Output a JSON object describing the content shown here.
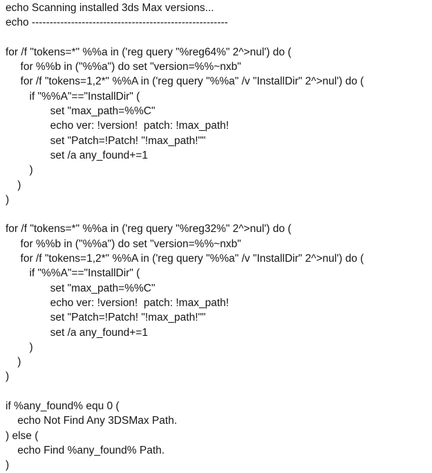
{
  "document": {
    "type": "batch-script-listing",
    "background_color": "#ffffff",
    "text_color": "#161616",
    "lines": [
      "echo Scanning installed 3ds Max versions...",
      "echo -------------------------------------------------------",
      "",
      "for /f \"tokens=*\" %%a in ('reg query \"%reg64%\" 2^>nul') do (",
      "     for %%b in (\"%%a\") do set \"version=%%~nxb\"",
      "     for /f \"tokens=1,2*\" %%A in ('reg query \"%%a\" /v \"InstallDir\" 2^>nul') do (",
      "        if \"%%A\"==\"InstallDir\" (",
      "               set \"max_path=%%C\"",
      "               echo ver: !version!  patch: !max_path!",
      "               set \"Patch=!Patch! \"!max_path!\"\"",
      "               set /a any_found+=1",
      "        )",
      "    )",
      ")",
      "",
      "for /f \"tokens=*\" %%a in ('reg query \"%reg32%\" 2^>nul') do (",
      "     for %%b in (\"%%a\") do set \"version=%%~nxb\"",
      "     for /f \"tokens=1,2*\" %%A in ('reg query \"%%a\" /v \"InstallDir\" 2^>nul') do (",
      "        if \"%%A\"==\"InstallDir\" (",
      "               set \"max_path=%%C\"",
      "               echo ver: !version!  patch: !max_path!",
      "               set \"Patch=!Patch! \"!max_path!\"\"",
      "               set /a any_found+=1",
      "        )",
      "    )",
      ")",
      "",
      "if %any_found% equ 0 (",
      "    echo Not Find Any 3DSMax Path.",
      ") else (",
      "    echo Find %any_found% Path.",
      ")"
    ]
  }
}
